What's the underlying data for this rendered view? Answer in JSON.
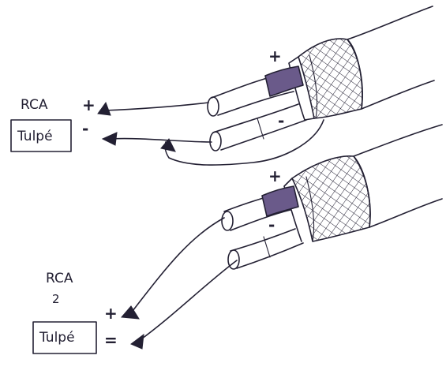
{
  "top": {
    "connector_title": "RCA",
    "connector_body": "Tulpé",
    "plus_sign": "+",
    "minus_sign": "-",
    "cable_plus": "+",
    "cable_minus": "-"
  },
  "bottom": {
    "connector_title": "RCA",
    "connector_number": "2",
    "connector_body": "Tulpé",
    "plus_sign": "+",
    "minus_sign": "=",
    "cable_plus": "+",
    "cable_minus": "-"
  },
  "colors": {
    "ink": "#232033",
    "core_fill": "#6a5a8a",
    "paper": "#ffffff"
  }
}
